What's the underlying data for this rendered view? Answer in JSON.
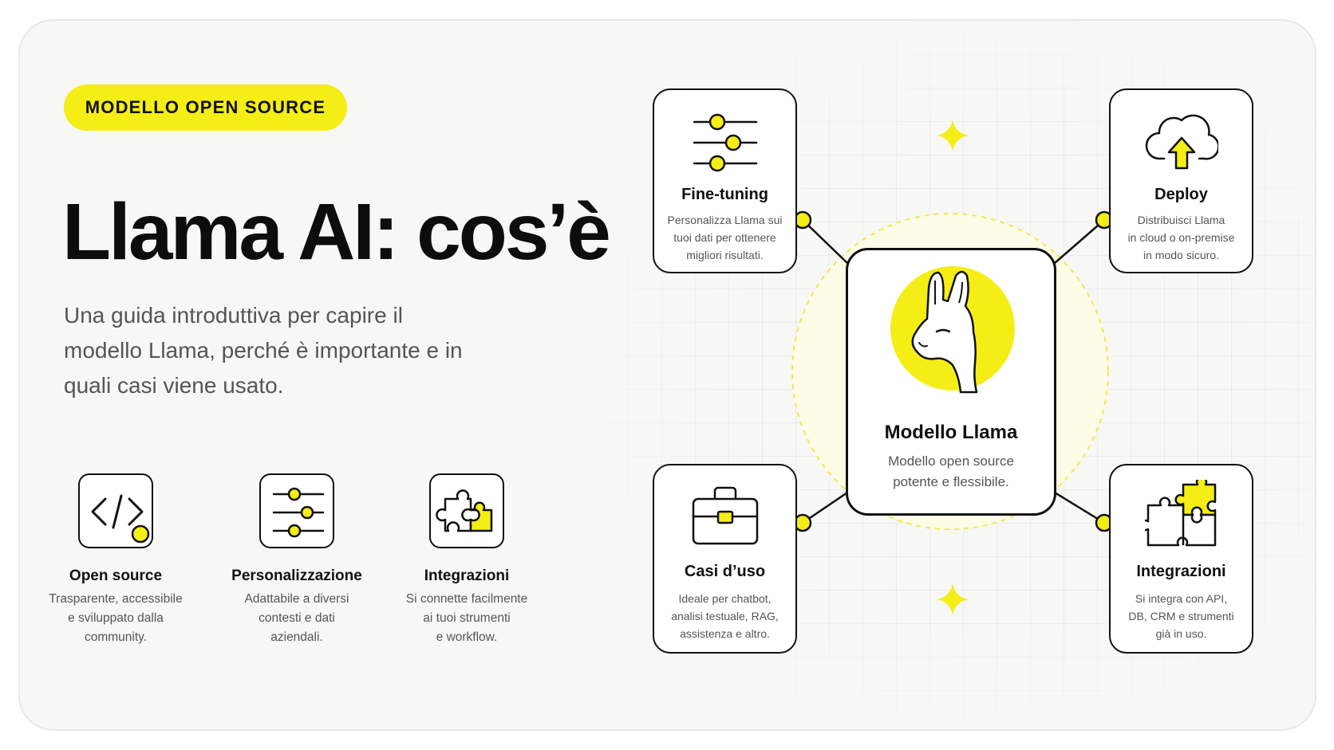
{
  "badge": "MODELLO OPEN SOURCE",
  "title": "Llama AI: cos’è",
  "subtitle": "Una guida introduttiva per capire il modello Llama, perché è importante e in quali casi viene usato.",
  "features": [
    {
      "icon": "code-icon",
      "title": "Open source",
      "desc": "Trasparente, accessibile\ne sviluppato dalla\ncommunity."
    },
    {
      "icon": "sliders-icon",
      "title": "Personalizzazione",
      "desc": "Adattabile a diversi\ncontesti e dati\naziendali."
    },
    {
      "icon": "puzzle-icon",
      "title": "Integrazioni",
      "desc": "Si connette facilmente\nai tuoi strumenti\ne workflow."
    }
  ],
  "diagram": {
    "center": {
      "icon": "llama-icon",
      "title": "Modello Llama",
      "desc": "Modello open source\npotente e flessibile."
    },
    "nodes": [
      {
        "id": "fine-tuning",
        "icon": "sliders-icon",
        "title": "Fine-tuning",
        "desc": "Personalizza Llama sui\ntuoi dati per ottenere\nmigliori risultati."
      },
      {
        "id": "deploy",
        "icon": "cloud-upload-icon",
        "title": "Deploy",
        "desc": "Distribuisci Llama\nin cloud o on-premise\nin modo sicuro."
      },
      {
        "id": "casi-uso",
        "icon": "briefcase-icon",
        "title": "Casi d’uso",
        "desc": "Ideale per chatbot,\nanalisi testuale, RAG,\nassistenza e altro."
      },
      {
        "id": "integrazioni",
        "icon": "puzzle-icon",
        "title": "Integrazioni",
        "desc": "Si integra con API,\nDB, CRM e strumenti\ngià in uso."
      }
    ]
  },
  "colors": {
    "accent": "#f4ee16",
    "ink": "#111111",
    "muted": "#555555",
    "background": "#f7f7f5"
  }
}
